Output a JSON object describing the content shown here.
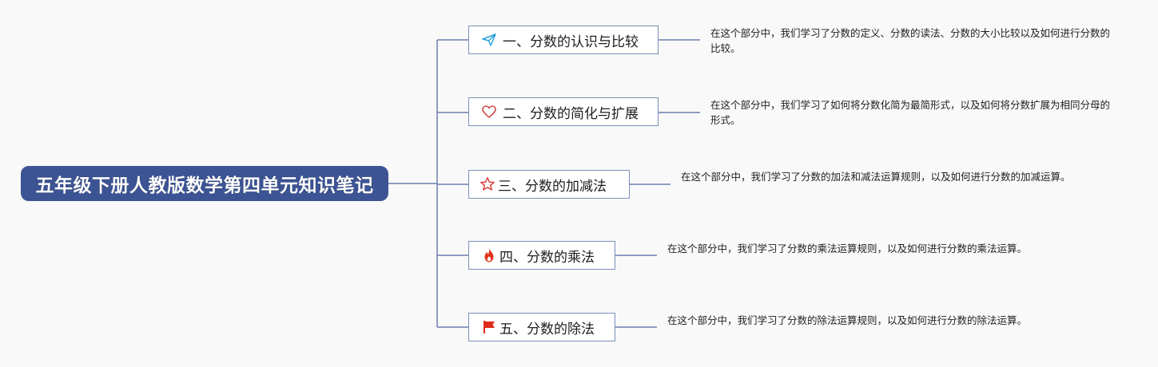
{
  "root": {
    "title": "五年级下册人教版数学第四单元知识笔记"
  },
  "branches": [
    {
      "label": "一、分数的认识与比较",
      "icon": "paper-plane-icon",
      "note": "在这个部分中，我们学习了分数的定义、分数的读法、分数的大小比较以及如何进行分数的比较。"
    },
    {
      "label": "二、分数的简化与扩展",
      "icon": "heart-icon",
      "note": "在这个部分中，我们学习了如何将分数化简为最简形式，以及如何将分数扩展为相同分母的形式。"
    },
    {
      "label": "三、分数的加减法",
      "icon": "star-icon",
      "note": "在这个部分中，我们学习了分数的加法和减法运算规则，以及如何进行分数的加减运算。"
    },
    {
      "label": "四、分数的乘法",
      "icon": "fire-icon",
      "note": "在这个部分中，我们学习了分数的乘法运算规则，以及如何进行分数的乘法运算。"
    },
    {
      "label": "五、分数的除法",
      "icon": "flag-icon",
      "note": "在这个部分中，我们学习了分数的除法运算规则，以及如何进行分数的除法运算。"
    }
  ],
  "colors": {
    "root": "#3d5494",
    "connector": "#6b7fae",
    "branch_border": "#7a8fb8",
    "plane": "#2aa0d8",
    "heart": "#d24a4a",
    "star": "#d94040",
    "fire": "#e0321d",
    "flag": "#e02a1a"
  }
}
